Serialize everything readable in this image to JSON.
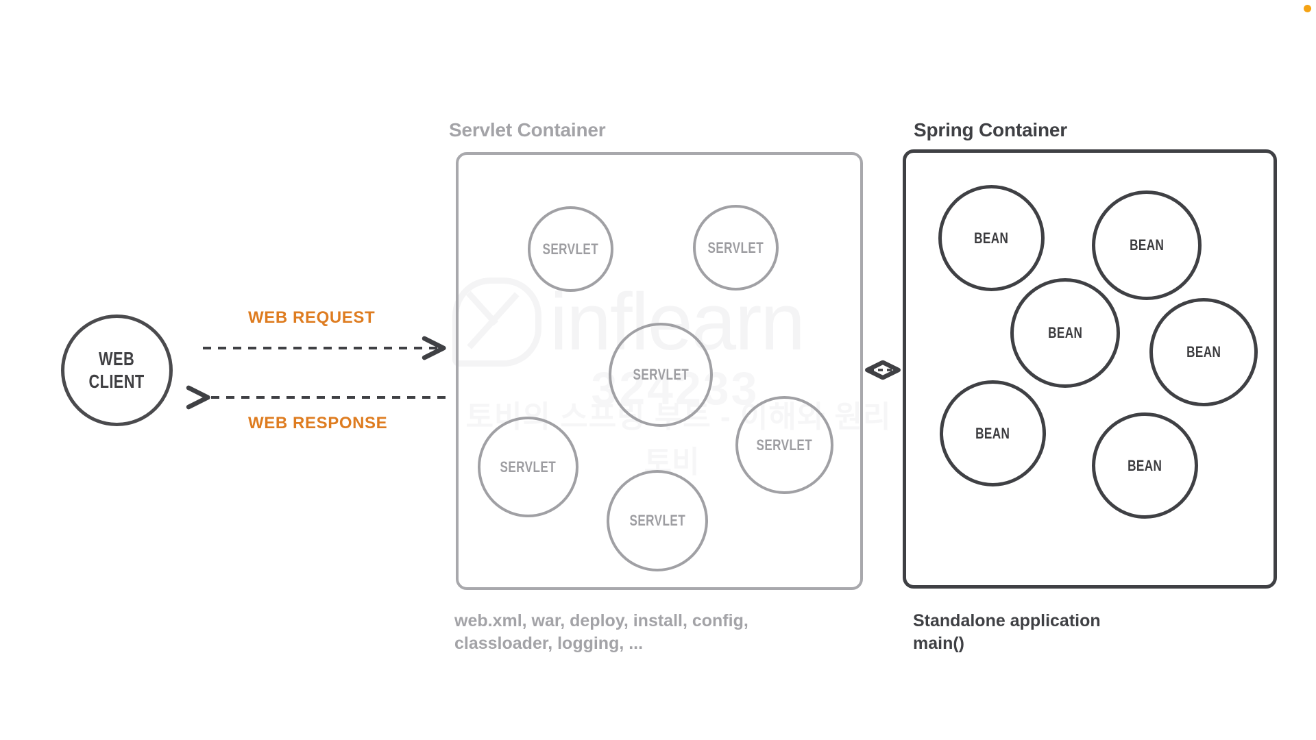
{
  "page": {
    "background": "#ffffff",
    "accent_orange": "#de7c20",
    "dark_stroke": "#3f4044",
    "gray_stroke": "#a0a0a4"
  },
  "client": {
    "label_line1": "WEB",
    "label_line2": "CLIENT"
  },
  "arrows": {
    "request_label": "WEB REQUEST",
    "response_label": "WEB RESPONSE"
  },
  "servlet_container": {
    "title": "Servlet Container",
    "caption_line1": "web.xml, war, deploy, install, config,",
    "caption_line2": "classloader, logging, ...",
    "nodes": [
      {
        "label": "SERVLET"
      },
      {
        "label": "SERVLET"
      },
      {
        "label": "SERVLET"
      },
      {
        "label": "SERVLET"
      },
      {
        "label": "SERVLET"
      },
      {
        "label": "SERVLET"
      }
    ]
  },
  "spring_container": {
    "title": "Spring Container",
    "caption_line1": "Standalone application",
    "caption_line2": "main()",
    "nodes": [
      {
        "label": "BEAN"
      },
      {
        "label": "BEAN"
      },
      {
        "label": "BEAN"
      },
      {
        "label": "BEAN"
      },
      {
        "label": "BEAN"
      },
      {
        "label": "BEAN"
      }
    ]
  },
  "watermark": {
    "brand": "inflearn",
    "id": "324233",
    "course_title": "토비의 스프링 부트 - 이해와 원리",
    "author": "토비"
  }
}
